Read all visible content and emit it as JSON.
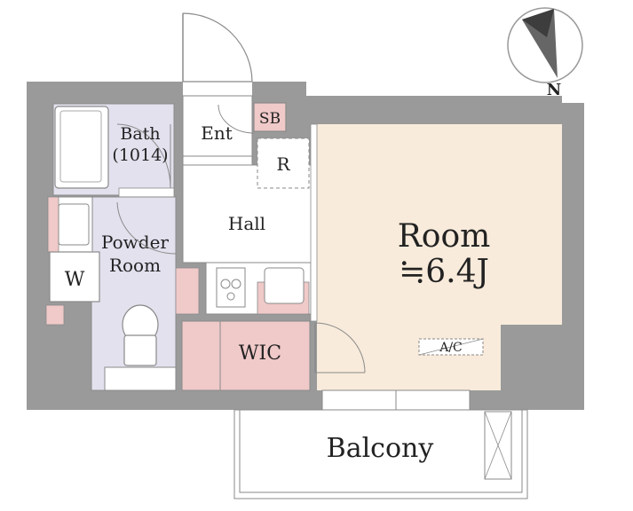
{
  "rooms": {
    "bath_name": "Bath",
    "bath_size": "(1014)",
    "entrance": "Ent",
    "shoe_box": "SB",
    "storage": "R",
    "hall": "Hall",
    "powder_line1": "Powder",
    "powder_line2": "Room",
    "washer": "W",
    "walk_in_closet": "WIC",
    "room_name": "Room",
    "room_size": "≒6.4J",
    "air_conditioner": "A/C",
    "balcony": "Balcony"
  },
  "compass": {
    "north": "N"
  },
  "colors": {
    "wall": "#9a9a9a",
    "main_room": "#f8ebdb",
    "wet_area": "#e3e1ee",
    "closet": "#f0c9c9",
    "line": "#8a8a8a"
  }
}
